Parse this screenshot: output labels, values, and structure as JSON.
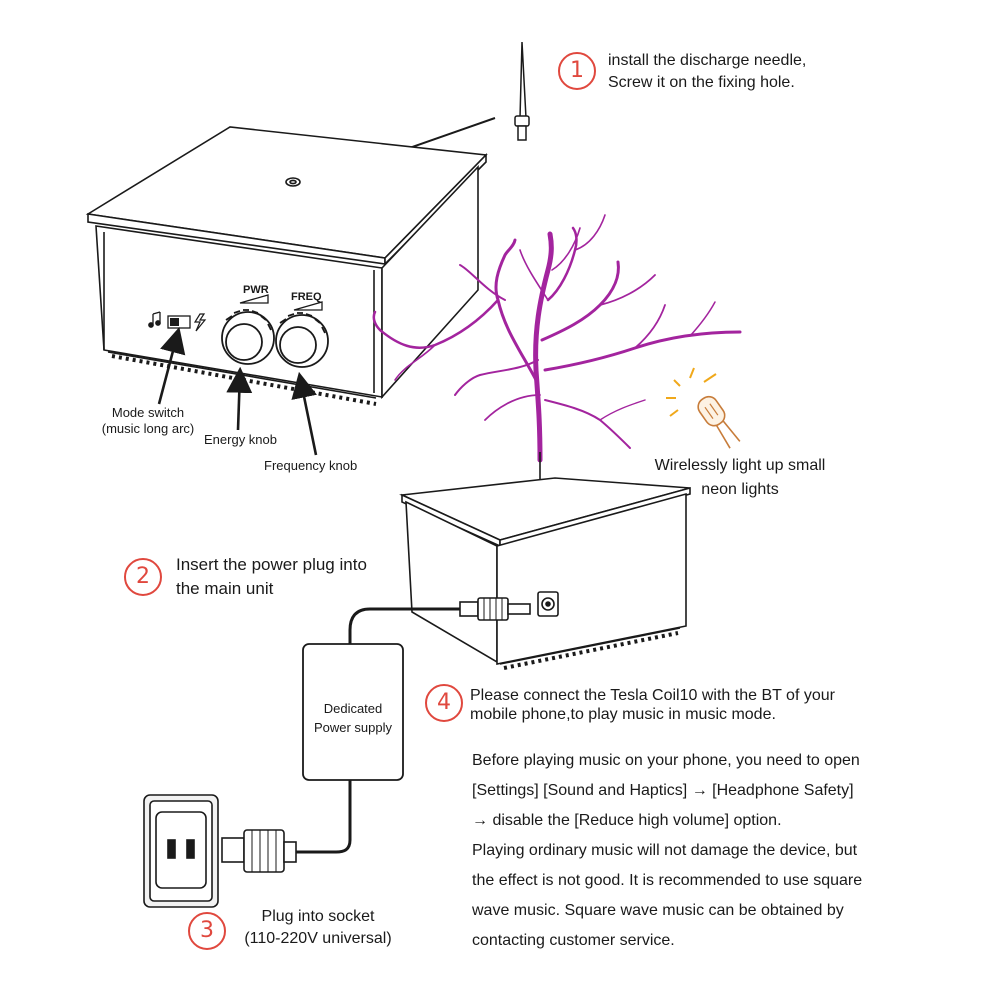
{
  "steps": {
    "s1": {
      "num": "1",
      "line1": "install the discharge needle,",
      "line2": "Screw it on the fixing hole."
    },
    "s2": {
      "num": "2",
      "line1": "Insert the power plug into",
      "line2": "the main unit"
    },
    "s3": {
      "num": "3",
      "line1": "Plug into socket",
      "line2": "(110-220V universal)"
    },
    "s4": {
      "num": "4",
      "line1": "Please connect the Tesla Coil10 with the BT of your",
      "line2": "mobile phone,to play music in music mode."
    }
  },
  "device_labels": {
    "pwr": "PWR",
    "freq": "FREQ",
    "mode_switch_line1": "Mode switch",
    "mode_switch_line2": "(music long arc)",
    "energy_knob": "Energy knob",
    "frequency_knob": "Frequency knob"
  },
  "neon": {
    "line1": "Wirelessly light up small",
    "line2": "neon lights"
  },
  "power_supply": {
    "line1": "Dedicated",
    "line2": "Power supply"
  },
  "notes": [
    "Before playing music on your phone, you need to open",
    "[Settings] [Sound and Haptics] → [Headphone Safety]",
    "→ disable the [Reduce high volume] option.",
    "Playing ordinary music will not damage the device, but",
    "the effect is not good. It is recommended to use square",
    "wave music. Square wave music can be obtained by",
    "contacting customer service."
  ],
  "colors": {
    "accent_red": "#e0483e",
    "arc_purple": "#a3249e",
    "line": "#1a1a1a"
  },
  "icons": [
    "music-note-icon",
    "toggle-switch-icon",
    "lightning-icon",
    "neon-bulb-icon"
  ]
}
